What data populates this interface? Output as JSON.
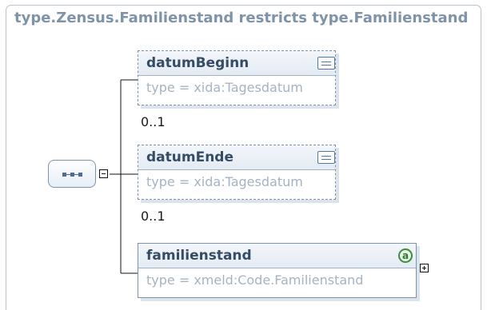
{
  "diagram": {
    "title": "type.Zensus.Familienstand restricts type.Familienstand",
    "elements": [
      {
        "name": "datumBeginn",
        "type_text": "type = xida:Tagesdatum",
        "cardinality": "0..1",
        "icon": "documentation-icon"
      },
      {
        "name": "datumEnde",
        "type_text": "type = xida:Tagesdatum",
        "cardinality": "0..1",
        "icon": "documentation-icon"
      },
      {
        "name": "familienstand",
        "type_text": "type = xmeld:Code.Familienstand",
        "cardinality": "",
        "icon": "attributes-icon",
        "attr_glyph": "a"
      }
    ]
  }
}
